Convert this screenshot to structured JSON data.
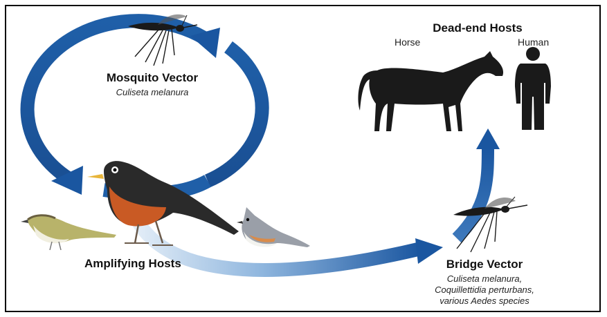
{
  "mosquito_vector": {
    "title": "Mosquito Vector",
    "species": "Culiseta melanura"
  },
  "dead_end_hosts": {
    "title": "Dead-end Hosts",
    "horse_label": "Horse",
    "human_label": "Human"
  },
  "amplifying_hosts": {
    "title": "Amplifying Hosts"
  },
  "bridge_vector": {
    "title": "Bridge Vector",
    "species_line1": "Culiseta melanura,",
    "species_line2": "Coquillettidia perturbans,",
    "species_line3": "various Aedes species"
  },
  "colors": {
    "arrow_blue": "#1f5fa8",
    "arrow_light": "#cfe0f2",
    "silhouette": "#1a1a1a",
    "robin_breast": "#c95a24"
  },
  "icons": [
    "mosquito-icon",
    "horse-icon",
    "human-icon",
    "robin-icon",
    "vireo-icon",
    "titmouse-icon"
  ]
}
